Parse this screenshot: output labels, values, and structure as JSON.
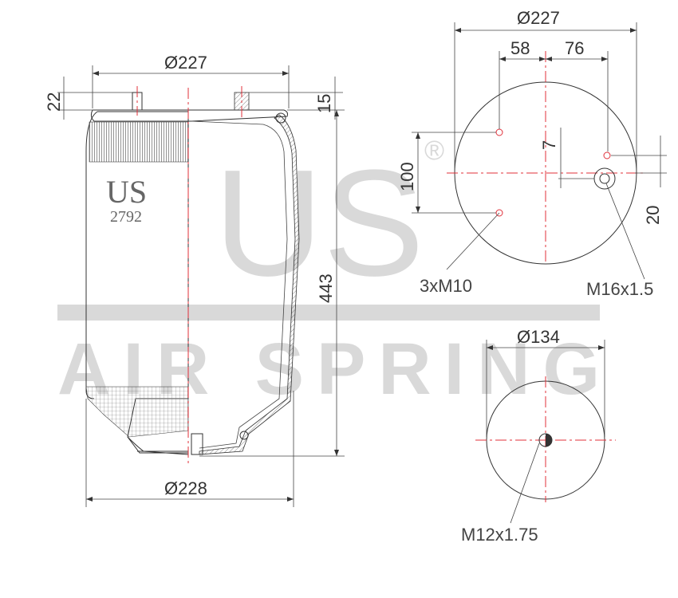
{
  "watermark": {
    "big": "US",
    "sub": "AIR SPRING",
    "registered": "®"
  },
  "part": {
    "brand": "US",
    "number": "2792"
  },
  "side_view": {
    "top_diameter": "Ø227",
    "bottom_diameter": "Ø228",
    "height": "443",
    "stud_height_left": "22",
    "stud_height_right": "15"
  },
  "top_view": {
    "diameter": "Ø227",
    "offset_left": "58",
    "offset_right": "76",
    "offset_vertical": "7",
    "hole_spacing": "100",
    "edge_offset": "20",
    "bolts_label": "3xM10",
    "air_fitting_label": "M16x1.5"
  },
  "bottom_view": {
    "diameter": "Ø134",
    "thread_label": "M12x1.75"
  },
  "colors": {
    "line": "#333333",
    "centerline": "#e0303a",
    "watermark": "#d9d9d9"
  }
}
